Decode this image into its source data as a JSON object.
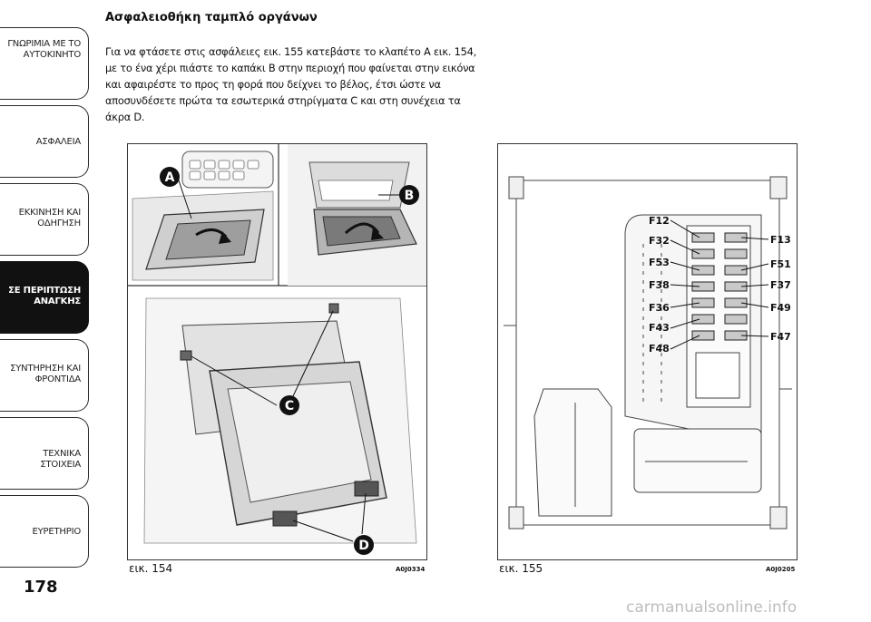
{
  "sidebar": {
    "tabs": [
      {
        "line1": "ΓΝΩΡΙΜΙΑ ΜΕ ΤΟ",
        "line2": "ΑΥΤΟΚΙΝΗΤΟ",
        "active": false
      },
      {
        "line1": "ΑΣΦΑΛΕΙΑ",
        "line2": "",
        "active": false
      },
      {
        "line1": "ΕΚΚΙΝΗΣΗ ΚΑΙ",
        "line2": "ΟΔΗΓΗΣΗ",
        "active": false
      },
      {
        "line1": "ΣΕ ΠΕΡΙΠΤΩΣΗ",
        "line2": "ΑΝΑΓΚΗΣ",
        "active": true
      },
      {
        "line1": "ΣΥΝΤΗΡΗΣΗ ΚΑΙ",
        "line2": "ΦΡΟΝΤΙΔΑ",
        "active": false
      },
      {
        "line1": "ΤΕΧΝΙΚΑ ΣΤΟΙΧΕΙΑ",
        "line2": "",
        "active": false
      },
      {
        "line1": "ΕΥΡΕΤΗΡΙΟ",
        "line2": "",
        "active": false
      }
    ]
  },
  "page_number": "178",
  "section": {
    "heading": "Ασφαλειοθήκη ταμπλό οργάνων",
    "body": "Για να φτάσετε στις ασφάλειες εικ. 155 κατεβάστε το κλαπέτο A εικ. 154, με το ένα χέρι πιάστε το καπάκι B στην περιοχή που φαίνεται στην εικόνα και αφαιρέστε το προς τη φορά που δείχνει το βέλος, έτσι ώστε να αποσυνδέσετε πρώτα τα εσωτερικά στηρίγματα C και στη συνέχεια τα άκρα D."
  },
  "figure154": {
    "caption": "εικ. 154",
    "code": "A0J0334",
    "callouts": {
      "a": "A",
      "b": "B",
      "c": "C",
      "d": "D"
    }
  },
  "figure155": {
    "caption": "εικ. 155",
    "code": "A0J0205",
    "fuses_left": [
      "F12",
      "F32",
      "F53",
      "F38",
      "F36",
      "F43",
      "F48"
    ],
    "fuses_right": [
      "F13",
      "F51",
      "F37",
      "F49",
      "F47"
    ]
  },
  "watermark": "carmanualsonline.info"
}
